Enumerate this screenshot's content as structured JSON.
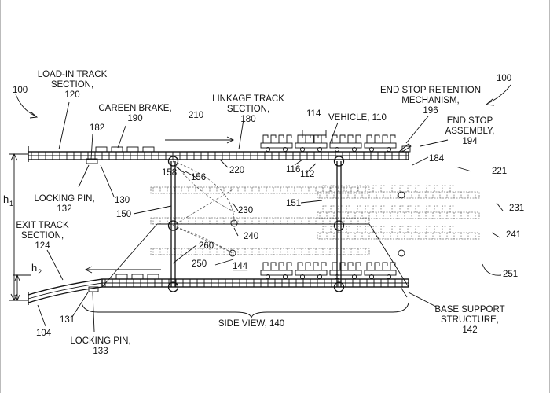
{
  "labels": {
    "ref_100_left": "100",
    "ref_100_right": "100",
    "load_in_1": "LOAD-IN TRACK",
    "load_in_2": "SECTION,",
    "load_in_3": "120",
    "careen_1": "CAREEN BRAKE,",
    "careen_2": "190",
    "linkage_1": "LINKAGE TRACK",
    "linkage_2": "SECTION,",
    "linkage_3": "180",
    "end_stop_ret_1": "END STOP RETENTION",
    "end_stop_ret_2": "MECHANISM,",
    "end_stop_ret_3": "196",
    "end_stop_asm_1": "END STOP",
    "end_stop_asm_2": "ASSEMBLY,",
    "end_stop_asm_3": "194",
    "vehicle": "VEHICLE, 110",
    "ref_114": "114",
    "ref_210": "210",
    "ref_182": "182",
    "ref_158": "158",
    "ref_156": "156",
    "ref_220": "220",
    "ref_116": "116",
    "ref_112": "112",
    "ref_184": "184",
    "ref_221": "221",
    "h1": "h",
    "h1_sub": "1",
    "locking_pin_a_1": "LOCKING PIN,",
    "locking_pin_a_2": "132",
    "ref_130": "130",
    "ref_150": "150",
    "ref_230": "230",
    "ref_151": "151",
    "ref_231": "231",
    "exit_1": "EXIT TRACK",
    "exit_2": "SECTION,",
    "exit_3": "124",
    "ref_240": "240",
    "ref_241": "241",
    "ref_260": "260",
    "ref_250": "250",
    "ref_144": "144",
    "h2": "h",
    "h2_sub": "2",
    "ref_251": "251",
    "base_1": "BASE SUPPORT",
    "base_2": "STRUCTURE,",
    "base_3": "142",
    "ref_104": "104",
    "ref_131": "131",
    "side_view": "SIDE VIEW, 140",
    "locking_pin_b_1": "LOCKING PIN,",
    "locking_pin_b_2": "133"
  }
}
